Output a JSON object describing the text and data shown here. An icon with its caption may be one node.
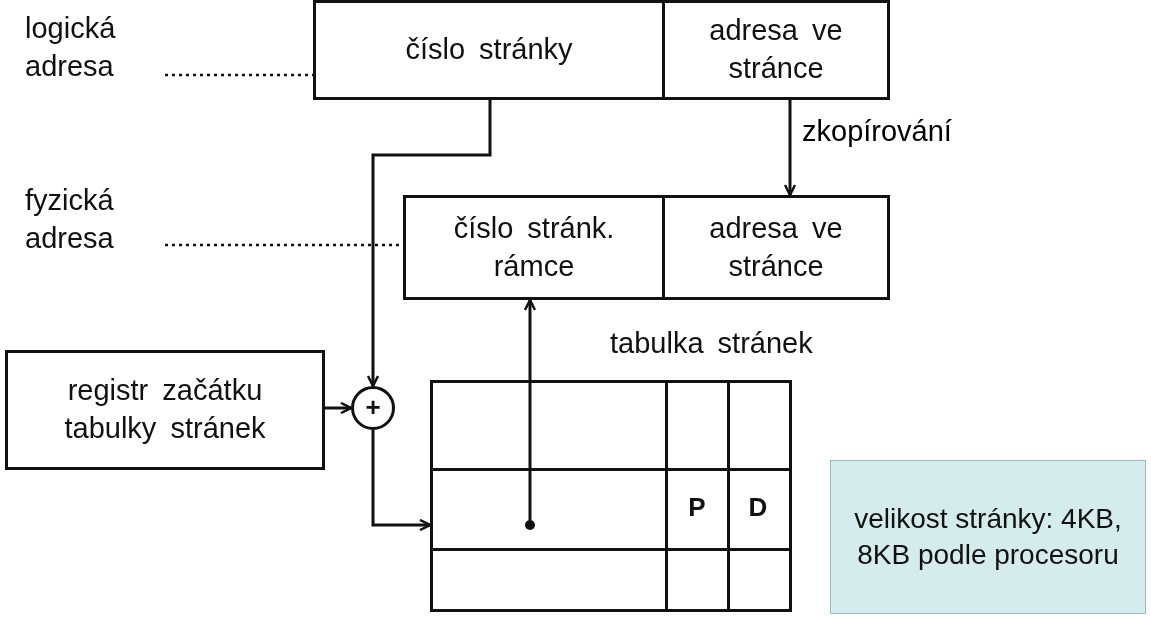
{
  "diagram": {
    "nodes": [
      {
        "text": [
          "logická adresa"
        ]
      },
      {
        "text": [
          "číslo stránky"
        ]
      },
      {
        "text": [
          "adresa ve stránce"
        ]
      },
      {
        "text": [
          "fyzická adresa"
        ]
      },
      {
        "text": [
          "číslo stránk. rámce"
        ]
      },
      {
        "text": [
          "adresa ve stránce"
        ]
      },
      {
        "text": [
          "registr začátku tabulky stránek"
        ]
      },
      {
        "text": [
          "+"
        ]
      },
      {
        "text": [
          "tabulka stránek"
        ]
      },
      {
        "text": [
          "P"
        ],
        "in": 8
      },
      {
        "text": [
          "D"
        ],
        "in": 8
      },
      {
        "text": [],
        "shape": "circle",
        "in": 8
      },
      {
        "text": [
          "velikost stránky: 4KB, 8KB podle procesoru"
        ]
      }
    ],
    "edges": [
      {
        "from": 0,
        "to": 1,
        "arrow": "none",
        "style": "dashed"
      },
      {
        "from": 3,
        "to": 4,
        "arrow": "none",
        "style": "dashed"
      },
      {
        "from": 1,
        "to": 7,
        "arrow": "to"
      },
      {
        "from": 2,
        "to": 5,
        "arrow": "to",
        "label": "zkopírování"
      },
      {
        "from": 6,
        "to": 7,
        "arrow": "to"
      },
      {
        "from": 7,
        "to": 8,
        "arrow": "to"
      },
      {
        "from": 11,
        "to": 4,
        "arrow": "to"
      }
    ]
  }
}
